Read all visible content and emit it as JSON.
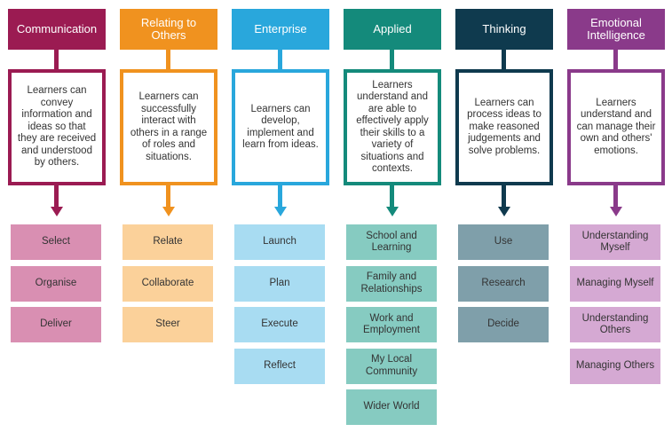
{
  "columns": [
    {
      "title": "Communication",
      "color": "#9b1b52",
      "light": "#d98fb2",
      "description": "Learners can convey information and ideas so that they are received and understood by others.",
      "skills": [
        "Select",
        "Organise",
        "Deliver"
      ]
    },
    {
      "title": "Relating to Others",
      "color": "#f0921f",
      "light": "#fbd19a",
      "description": "Learners can successfully interact with others in a range of roles and situations.",
      "skills": [
        "Relate",
        "Collaborate",
        "Steer"
      ]
    },
    {
      "title": "Enterprise",
      "color": "#29a7dc",
      "light": "#a8dcf2",
      "description": "Learners can develop, implement and learn from ideas.",
      "skills": [
        "Launch",
        "Plan",
        "Execute",
        "Reflect"
      ]
    },
    {
      "title": "Applied",
      "color": "#148a7b",
      "light": "#86cbc1",
      "description": "Learners understand and are able to effectively apply their skills to a variety of situations and contexts.",
      "skills": [
        "School and Learning",
        "Family and Relationships",
        "Work and Employment",
        "My Local Community",
        "Wider World"
      ]
    },
    {
      "title": "Thinking",
      "color": "#0f3a4e",
      "light": "#7f9faa",
      "description": "Learners can process ideas to make reasoned judgements and solve problems.",
      "skills": [
        "Use",
        "Research",
        "Decide"
      ]
    },
    {
      "title": "Emotional Intelligence",
      "color": "#8a3a8a",
      "light": "#d5a9d3",
      "description": "Learners understand and can manage their own and others' emotions.",
      "skills": [
        "Understanding Myself",
        "Managing Myself",
        "Understanding Others",
        "Managing Others"
      ]
    }
  ]
}
